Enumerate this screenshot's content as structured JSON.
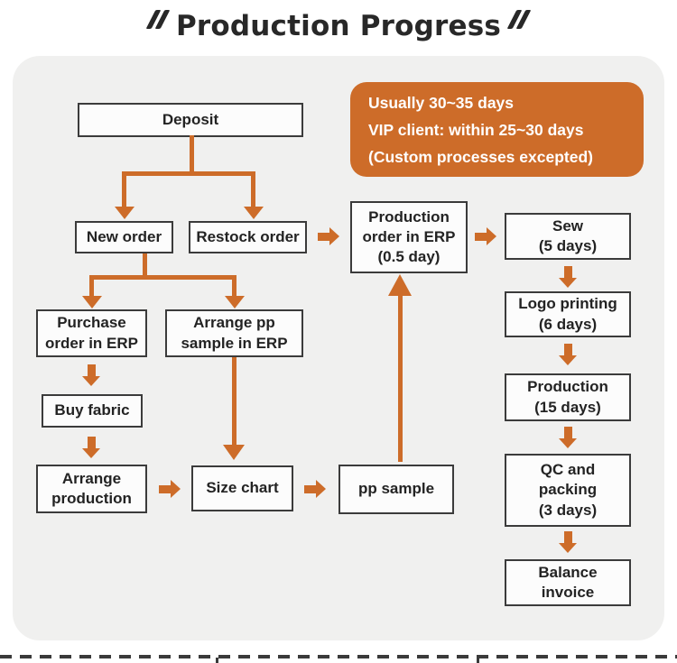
{
  "title": {
    "text": "Production Progress"
  },
  "note": {
    "lines": [
      "Usually 30~35 days",
      "VIP client: within 25~30 days",
      "(Custom processes excepted)"
    ]
  },
  "nodes": {
    "deposit": {
      "label": "Deposit"
    },
    "new_order": {
      "label": "New order"
    },
    "restock_order": {
      "label": "Restock order"
    },
    "purchase_order": {
      "label": "Purchase\norder in ERP"
    },
    "arrange_pp_sample": {
      "label": "Arrange pp\nsample in ERP"
    },
    "buy_fabric": {
      "label": "Buy fabric"
    },
    "arrange_production": {
      "label": "Arrange\nproduction"
    },
    "size_chart": {
      "label": "Size chart"
    },
    "pp_sample": {
      "label": "pp sample"
    },
    "production_order": {
      "label": "Production\norder in ERP\n(0.5 day)"
    },
    "sew": {
      "label": "Sew\n(5 days)"
    },
    "logo_printing": {
      "label": "Logo printing\n(6 days)"
    },
    "production": {
      "label": "Production\n(15 days)"
    },
    "qc_packing": {
      "label": "QC and\npacking\n(3 days)"
    },
    "balance_invoice": {
      "label": "Balance\ninvoice"
    }
  },
  "colors": {
    "accent_orange": "#cd6c29",
    "panel_background": "#f0f0ef",
    "box_border": "#3b3b3b",
    "title_text": "#282828",
    "note_text": "#ffffff"
  }
}
